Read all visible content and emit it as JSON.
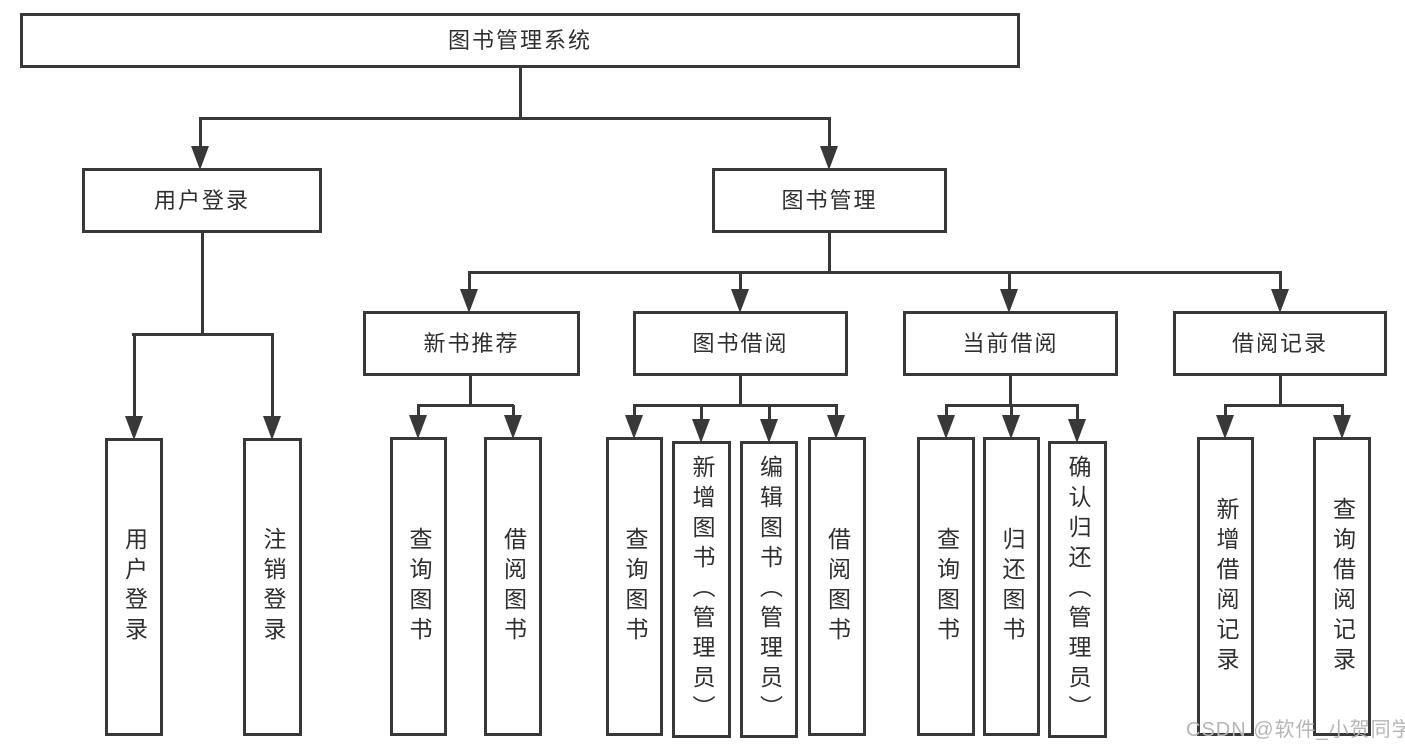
{
  "nodes": {
    "root": "图书管理系统",
    "user_login": "用户登录",
    "book_mgmt": "图书管理",
    "new_books": "新书推荐",
    "book_borrow": "图书借阅",
    "current_borrow": "当前借阅",
    "borrow_records": "借阅记录",
    "leaves": {
      "user_login": [
        "用户登录",
        "注销登录"
      ],
      "new_books": [
        "查询图书",
        "借阅图书"
      ],
      "book_borrow": [
        "查询图书",
        "新增图书（管理员）",
        "编辑图书（管理员）",
        "借阅图书"
      ],
      "current_borrow": [
        "查询图书",
        "归还图书",
        "确认归还（管理员）"
      ],
      "borrow_records": [
        "新增借阅记录",
        "查询借阅记录"
      ]
    }
  },
  "watermark": "CSDN @软件_小贺同学",
  "colors": {
    "line": "#383838",
    "text": "#2f2f2f",
    "background": "#ffffff",
    "watermark": "#b5b5b5"
  }
}
